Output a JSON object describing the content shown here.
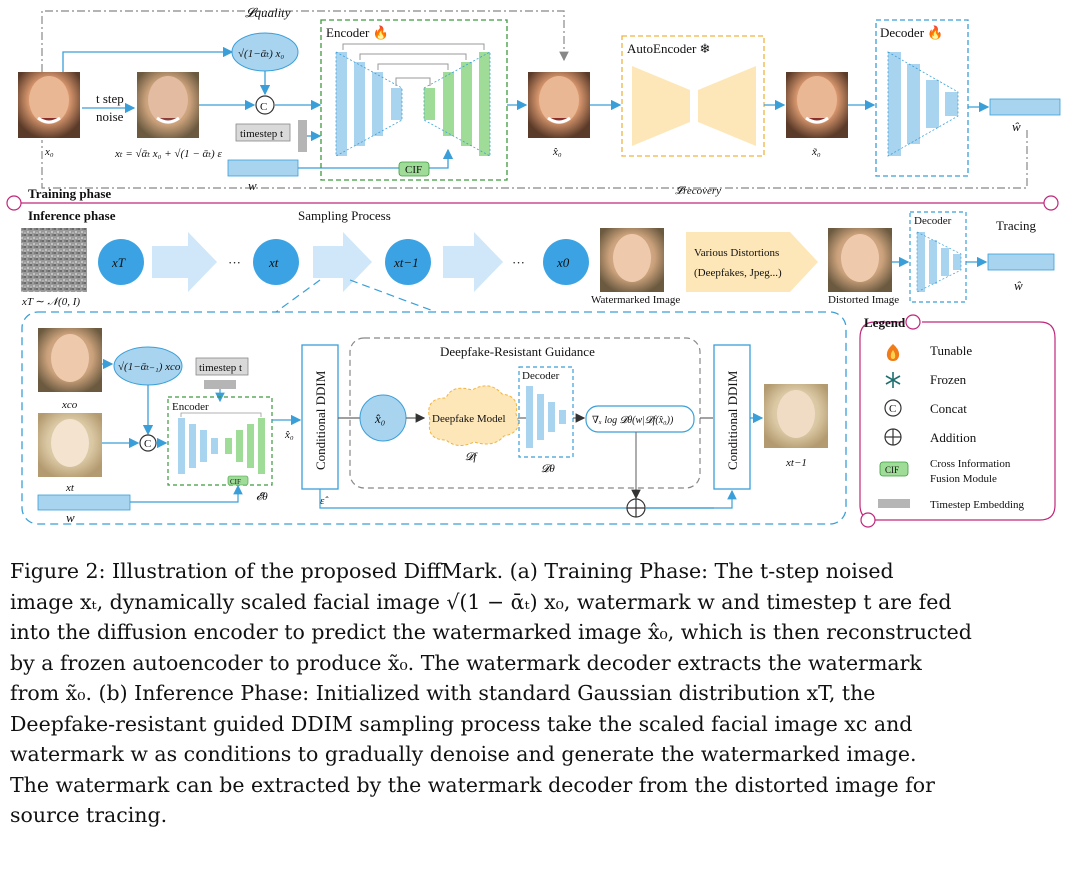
{
  "figure": {
    "losses": {
      "quality": "𝓛quality",
      "recovery": "𝓛recovery"
    },
    "training": {
      "phase_label": "Training phase",
      "x0": "x₀",
      "step_noise_1": "t step",
      "step_noise_2": "noise",
      "xt_formula": "xₜ = √ᾱₜ x₀ + √(1 − ᾱₜ) ε",
      "scale_formula": "√(1−ᾱₜ) x₀",
      "concat": "C",
      "timestep": "timestep t",
      "w": "w",
      "encoder": "Encoder 🔥",
      "cif": "CIF",
      "x0hat": "x̂₀",
      "autoencoder": "AutoEncoder ❄",
      "x0tilde": "x̃₀",
      "decoder": "Decoder 🔥",
      "what": "ŵ"
    },
    "inference": {
      "phase_label": "Inference phase",
      "sampling": "Sampling Process",
      "xT": "xT",
      "xt": "xt",
      "xt1": "xt−1",
      "x0": "x0",
      "dots": "···",
      "xT_dist": "xT ∼ 𝒩(0, I)",
      "watermarked_image": "Watermarked Image",
      "distortions_1": "Various Distortions",
      "distortions_2": "(Deepfakes, Jpeg...)",
      "distorted_image": "Distorted Image",
      "decoder": "Decoder",
      "tracing": "Tracing",
      "what": "ŵ"
    },
    "detail": {
      "xco": "xco",
      "scale_formula": "√(1−ᾱₜ₋₁) xco",
      "timestep": "timestep t",
      "encoder": "Encoder",
      "xt": "xt",
      "cif": "CIF",
      "eps_theta": "𝓔θ",
      "w": "w",
      "x0hat": "x̂₀",
      "cond_ddim": "Conditional DDIM",
      "guidance_title": "Deepfake-Resistant Guidance",
      "deepfake_model": "Deepfake Model",
      "df_symbol": "𝓓f",
      "decoder": "Decoder",
      "dtheta": "𝓓θ",
      "gradient": "∇ₓ log 𝓓θ(w|𝓓f(x̂₀))",
      "eps_hat": "ε̂",
      "xt1": "xt−1"
    },
    "legend": {
      "title": "Legend",
      "items": [
        {
          "icon": "flame-icon",
          "label": "Tunable"
        },
        {
          "icon": "snowflake-icon",
          "label": "Frozen"
        },
        {
          "icon": "concat-icon",
          "label": "Concat"
        },
        {
          "icon": "addition-icon",
          "label": "Addition"
        },
        {
          "icon": "cif-icon",
          "label": "Cross Information",
          "label2": "Fusion Module",
          "badge": "CIF"
        },
        {
          "icon": "timestep-icon",
          "label": "Timestep Embedding"
        }
      ]
    },
    "colors": {
      "encoder_blue": "#a8d4f0",
      "encoder_green": "#9fdc98",
      "autoencoder": "#fde7b8",
      "circle_blue": "#3ba3e3",
      "panel_blue": "#3a9fd8",
      "green_dash": "#3e9a3e",
      "orange_dash": "#f2b440",
      "magenta": "#c0277a"
    }
  },
  "caption": {
    "lines": [
      "Figure 2: Illustration of the proposed DiffMark. (a) Training Phase: The t-step noised",
      "image xₜ, dynamically scaled facial image √(1 − ᾱₜ) x₀, watermark w and timestep t are fed",
      "into the diffusion encoder to predict the watermarked image x̂₀, which is then reconstructed",
      "by a frozen autoencoder to produce x̃₀. The watermark decoder extracts the watermark",
      "from x̃₀. (b) Inference Phase: Initialized with standard Gaussian distribution xT, the",
      "Deepfake-resistant guided DDIM sampling process take the scaled facial image xc and",
      "watermark w as conditions to gradually denoise and generate the watermarked image.",
      "The watermark can be extracted by the watermark decoder from the distorted image for",
      "source tracing."
    ]
  }
}
